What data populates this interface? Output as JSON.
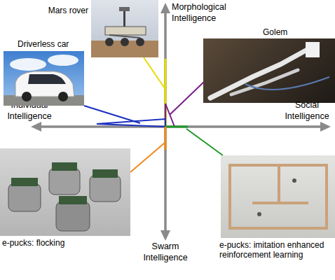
{
  "diagram": {
    "nodes": [
      {
        "text": [
          "Mars rover"
        ]
      },
      {
        "text": [
          "Driverless car"
        ]
      },
      {
        "text": [
          "Golem"
        ]
      },
      {
        "text": [
          "e-pucks: flocking"
        ]
      },
      {
        "text": [
          "e-pucks: imitation enhanced reinforcement learning"
        ]
      }
    ],
    "labels": [
      "Morphological Intelligence",
      "Individual Intelligence",
      "Social Intelligence",
      "Swarm Intelligence"
    ]
  }
}
